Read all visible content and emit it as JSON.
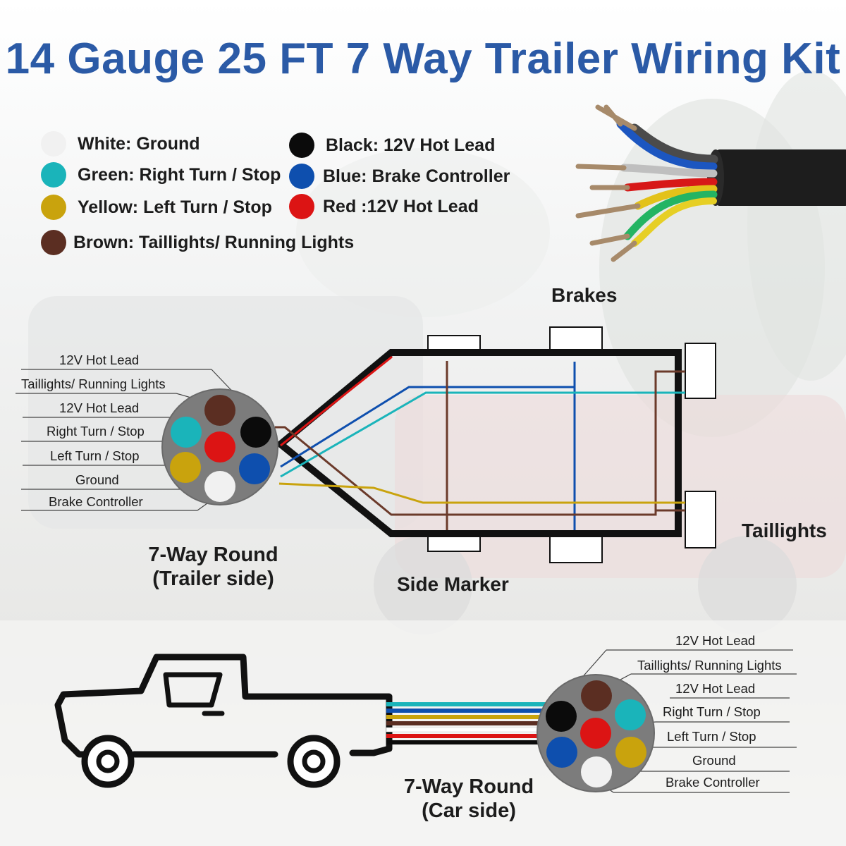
{
  "title": "14 Gauge 25 FT 7 Way Trailer Wiring Kit",
  "colors": {
    "title": "#2b5aa6",
    "white": "#f1f1f1",
    "green": "#1ab4ba",
    "yellow": "#c9a30d",
    "brown": "#5b2e22",
    "black": "#0b0b0b",
    "blue": "#0e4fae",
    "red": "#dc1414",
    "plug_body": "#7c7c7c"
  },
  "legend": [
    {
      "text": "White: Ground",
      "color": "#f1f1f1"
    },
    {
      "text": "Green: Right Turn / Stop",
      "color": "#1ab4ba"
    },
    {
      "text": "Yellow: Left Turn / Stop",
      "color": "#c9a30d"
    },
    {
      "text": "Brown: Taillights/ Running Lights",
      "color": "#5b2e22"
    },
    {
      "text": "Black: 12V Hot Lead",
      "color": "#0b0b0b"
    },
    {
      "text": "Blue: Brake Controller",
      "color": "#0e4fae"
    },
    {
      "text": "Red :12V Hot Lead",
      "color": "#dc1414"
    }
  ],
  "diagram_labels": {
    "brakes": "Brakes",
    "taillights": "Taillights",
    "side_marker": "Side Marker",
    "trailer_plug_caption": [
      "7-Way Round",
      "(Trailer side)"
    ],
    "car_plug_caption": [
      "7-Way Round",
      "(Car side)"
    ]
  },
  "pin_labels": [
    "12V Hot Lead",
    "Taillights/ Running Lights",
    "12V Hot Lead",
    "Right Turn / Stop",
    "Left Turn / Stop",
    "Ground",
    "Brake Controller"
  ],
  "icons": [
    "wire-bundle-icon",
    "pickup-truck-icon",
    "trailer-plug-icon",
    "car-plug-icon"
  ]
}
